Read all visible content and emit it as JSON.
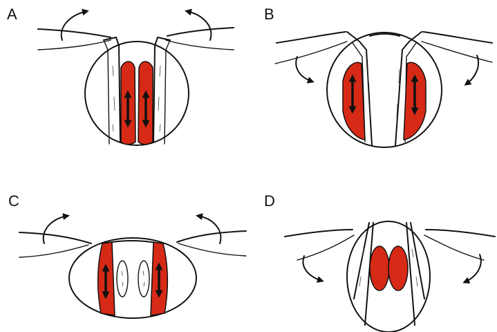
{
  "panels": [
    {
      "id": "A",
      "label": "A"
    },
    {
      "id": "B",
      "label": "B"
    },
    {
      "id": "C",
      "label": "C"
    },
    {
      "id": "D",
      "label": "D"
    }
  ],
  "colors": {
    "muscle": "#d62a17",
    "outline": "#111111",
    "background": "#ffffff"
  },
  "icons": [
    "curved-arrow-icon",
    "double-arrow-icon"
  ]
}
